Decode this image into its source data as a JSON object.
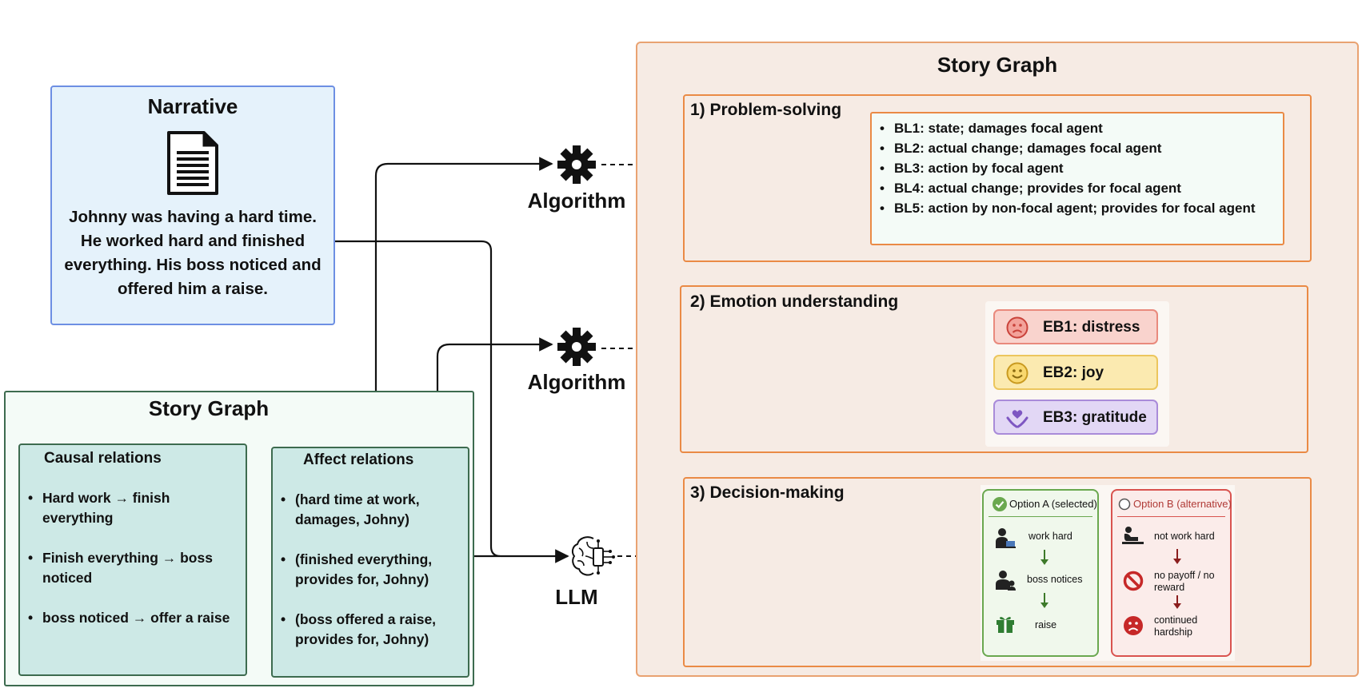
{
  "narrative": {
    "title": "Narrative",
    "icon": "document-icon",
    "text": "Johnny was having a hard time. He worked hard and finished everything. His boss noticed and offered him a raise."
  },
  "story_graph_left": {
    "title": "Story Graph",
    "causal": {
      "title": "Causal relations",
      "items": [
        "Hard work → finish everything",
        "Finish everything → boss noticed",
        "boss noticed → offer a raise"
      ]
    },
    "affect": {
      "title": "Affect relations",
      "items": [
        "(hard time at work, damages, Johny)",
        "(finished everything, provides for, Johny)",
        "(boss offered a raise, provides for, Johny)"
      ]
    }
  },
  "processors": {
    "algorithm_1": "Algorithm",
    "algorithm_2": "Algorithm",
    "llm": "LLM",
    "gear_icon": "gear-icon",
    "brain_icon": "brain-chip-icon"
  },
  "story_graph_right": {
    "title": "Story Graph",
    "problem_solving": {
      "title": "1) Problem-solving",
      "items": [
        "BL1: state; damages focal agent",
        "BL2: actual change; damages focal agent",
        "BL3: action by focal agent",
        "BL4: actual change; provides for focal agent",
        "BL5: action by non-focal agent; provides for focal agent"
      ]
    },
    "emotion": {
      "title": "2) Emotion understanding",
      "items": [
        {
          "label": "EB1: distress",
          "icon": "sad-face-icon",
          "bg": "#f9d3cd",
          "border": "#e98a7d"
        },
        {
          "label": "EB2: joy",
          "icon": "smiley-face-icon",
          "bg": "#fbeab0",
          "border": "#ecc65d"
        },
        {
          "label": "EB3: gratitude",
          "icon": "heart-hands-icon",
          "bg": "#e2d7f5",
          "border": "#a98bd9"
        }
      ]
    },
    "decision": {
      "title": "3) Decision-making",
      "option_a": {
        "header": "Option A (selected)",
        "steps": [
          "work hard",
          "boss notices",
          "raise"
        ]
      },
      "option_b": {
        "header": "Option B (alternative)",
        "steps": [
          "not work hard",
          "no payoff / no reward",
          "continued hardship"
        ]
      }
    }
  },
  "colors": {
    "narrative_bg": "#e5f2fb",
    "narrative_border": "#6d8fe3",
    "story_graph_left_border": "#3d6b4f",
    "relation_box_bg": "#cde9e6",
    "story_graph_right_bg": "#f6ebe4",
    "section_border": "#ea8a45",
    "option_a_green": "#6aa84f",
    "option_b_red": "#d9534f"
  }
}
